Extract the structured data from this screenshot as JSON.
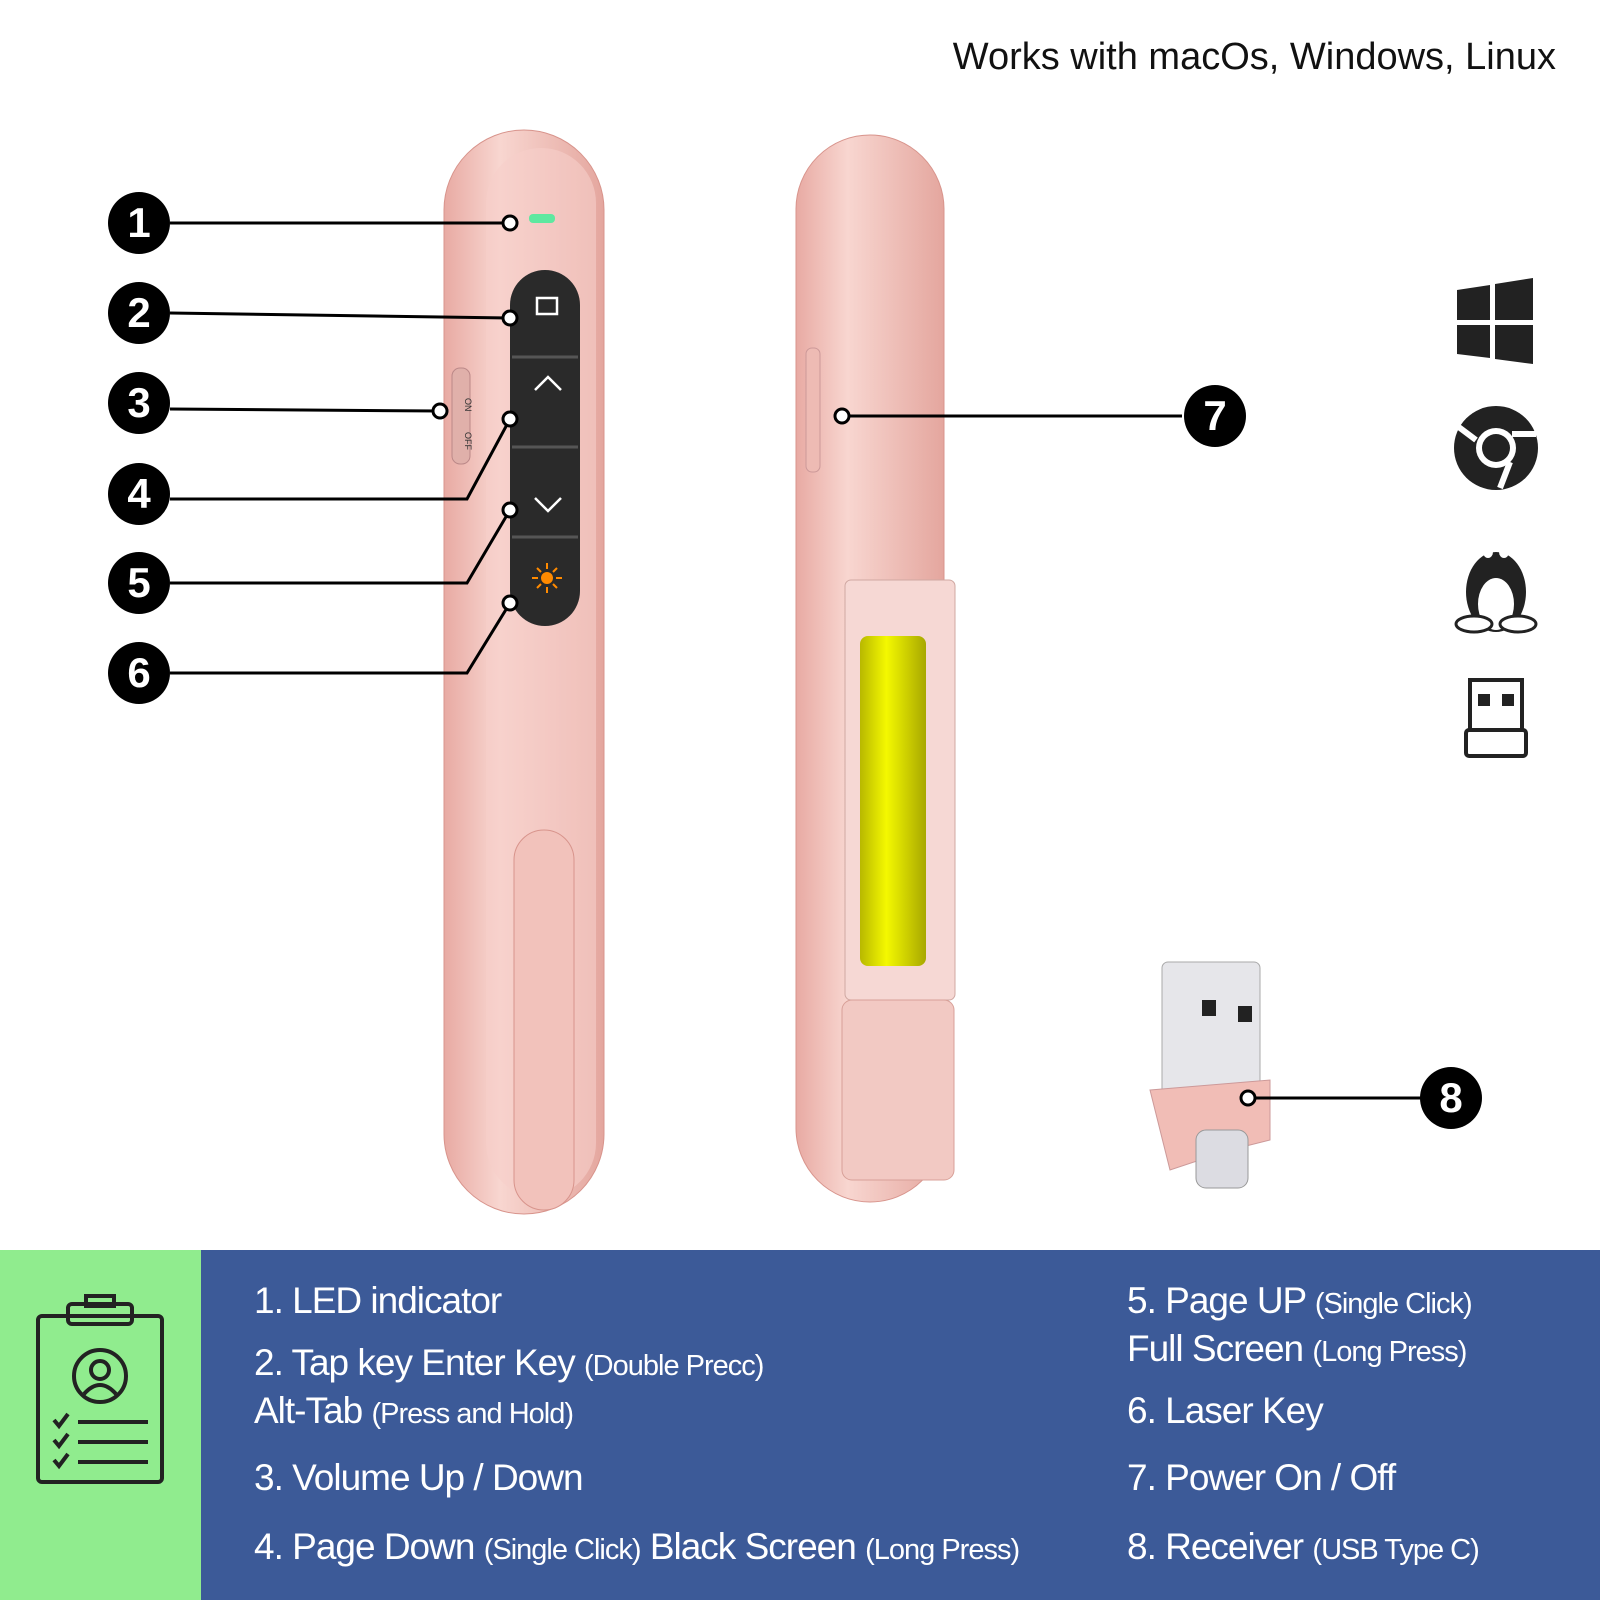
{
  "header": {
    "compat_text": "Works with macOs, Windows, Linux"
  },
  "callouts": [
    "1",
    "2",
    "3",
    "4",
    "5",
    "6",
    "7",
    "8"
  ],
  "switch_labels": {
    "on": "ON",
    "off": "OFF"
  },
  "os_icons": [
    "windows-icon",
    "chrome-icon",
    "linux-tux-icon",
    "usb-receiver-icon"
  ],
  "colors": {
    "panel_blue": "#3c5a98",
    "panel_green": "#90ec8e",
    "remote_pink": "#f3c6c0",
    "led_green": "#5ee8a0",
    "battery_yellow": "#e8ee00",
    "laser_orange": "#ff8a00"
  },
  "features": {
    "left": [
      {
        "main": "1. LED indicator",
        "note": ""
      },
      {
        "main": "2. Tap key Enter Key",
        "note": "(Double Precc)"
      },
      {
        "main": "Alt-Tab",
        "note": "(Press and Hold)"
      },
      {
        "main": "3. Volume Up / Down",
        "note": ""
      },
      {
        "main": "4. Page Down",
        "note": "(Single Click)",
        "main2": "Black Screen",
        "note2": "(Long Press)"
      }
    ],
    "right": [
      {
        "main": "5. Page UP",
        "note": "(Single Click)"
      },
      {
        "main": "Full Screen",
        "note": "(Long Press)"
      },
      {
        "main": "6. Laser Key",
        "note": ""
      },
      {
        "main": "7. Power On / Off",
        "note": ""
      },
      {
        "main": "8. Receiver",
        "note": "(USB Type C)"
      }
    ]
  }
}
